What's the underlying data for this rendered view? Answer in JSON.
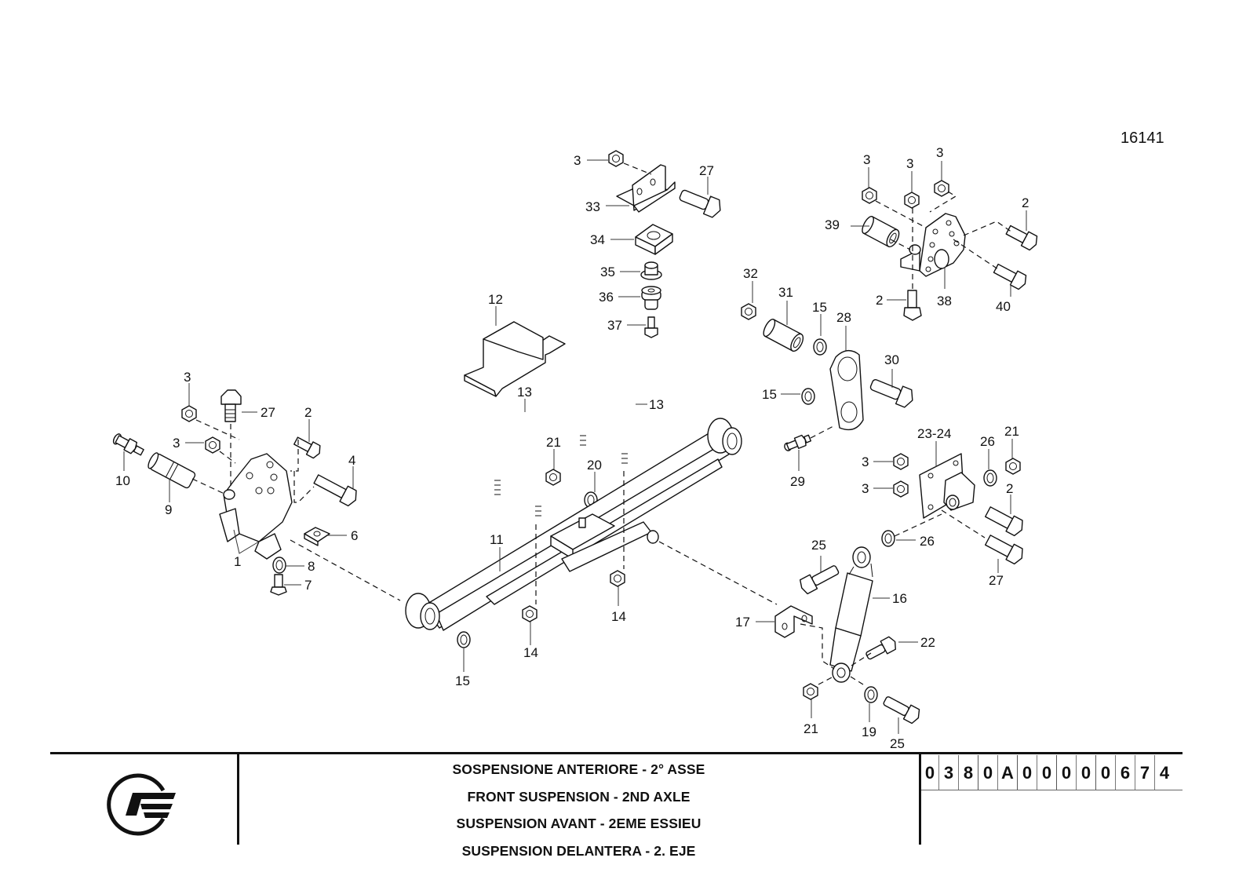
{
  "drawing_number": "16141",
  "title_block": {
    "logo_icon": "brand-logo-icon",
    "titles": [
      "SOSPENSIONE ANTERIORE - 2° ASSE",
      "FRONT SUSPENSION - 2ND AXLE",
      "SUSPENSION AVANT - 2EME ESSIEU",
      "SUSPENSION DELANTERA - 2. EJE"
    ],
    "part_code": [
      "0",
      "3",
      "8",
      "0",
      "A",
      "0",
      "0",
      "0",
      "0",
      "0",
      "6",
      "7",
      "4"
    ]
  },
  "callouts": {
    "front_hanger": {
      "nut_top": "3",
      "bolt_27": "27",
      "nut_mid": "3",
      "bolt_2": "2",
      "bolt_4": "4",
      "grease_10": "10",
      "pin_9": "9",
      "bracket_1": "1",
      "plate_6": "6",
      "washer_8": "8",
      "screw_7": "7"
    },
    "bump_stop": {
      "nut_3": "3",
      "bolt_27": "27",
      "bracket_33": "33",
      "pad_34": "34",
      "bush_35": "35",
      "bump_36": "36",
      "screw_37": "37"
    },
    "spring": {
      "saddle_12": "12",
      "ubolt_13a": "13",
      "ubolt_13b": "13",
      "nut_21": "21",
      "washer_20": "20",
      "spring_11": "11",
      "nut_14a": "14",
      "nut_14b": "14",
      "washer_15": "15"
    },
    "shackle": {
      "nut_32": "32",
      "bush_31": "31",
      "washer_15a": "15",
      "link_28": "28",
      "washer_15b": "15",
      "bolt_30": "30",
      "grease_29": "29"
    },
    "rear_hanger": {
      "nut_a": "3",
      "nut_b": "3",
      "nut_c": "3",
      "bolt_2a": "2",
      "bush_39": "39",
      "bracket_38": "38",
      "bolt_2b": "2",
      "bolt_40": "40"
    },
    "shock_mount": {
      "bracket_2324": "23-24",
      "washer_26a": "26",
      "nut_21": "21",
      "nut_3a": "3",
      "nut_3b": "3",
      "bolt_2": "2",
      "washer_26b": "26",
      "bolt_27": "27"
    },
    "shock": {
      "bolt_25a": "25",
      "shock_16": "16",
      "bracket_17": "17",
      "bolt_22": "22",
      "nut_21": "21",
      "washer_19": "19",
      "bolt_25b": "25"
    }
  }
}
